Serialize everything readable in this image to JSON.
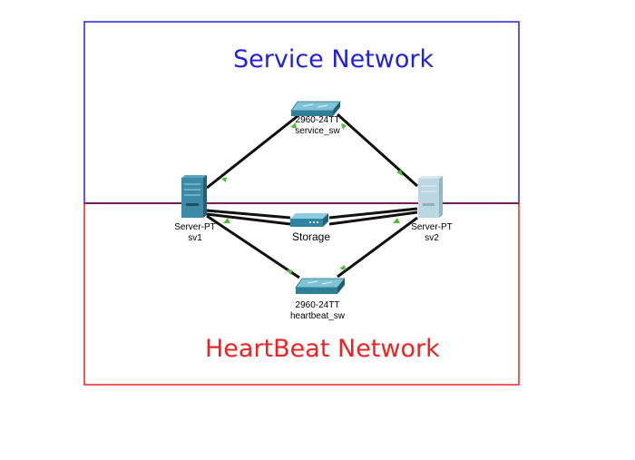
{
  "zones": {
    "service": {
      "title": "Service Network",
      "color": "#2222dd"
    },
    "heartbeat": {
      "title": "HeartBeat Network",
      "color": "#ee2222"
    }
  },
  "devices": {
    "service_sw": {
      "model": "2960-24TT",
      "name": "service_sw",
      "icon": "switch-icon"
    },
    "heartbeat_sw": {
      "model": "2960-24TT",
      "name": "heartbeat_sw",
      "icon": "switch-icon"
    },
    "sv1": {
      "model": "Server-PT",
      "name": "sv1",
      "icon": "server-icon"
    },
    "sv2": {
      "model": "Server-PT",
      "name": "sv2",
      "icon": "server-icon"
    },
    "storage": {
      "name": "Storage",
      "icon": "storage-hub-icon"
    }
  },
  "colors": {
    "link": "#111111",
    "link_up_indicator": "#4fbf3a"
  }
}
